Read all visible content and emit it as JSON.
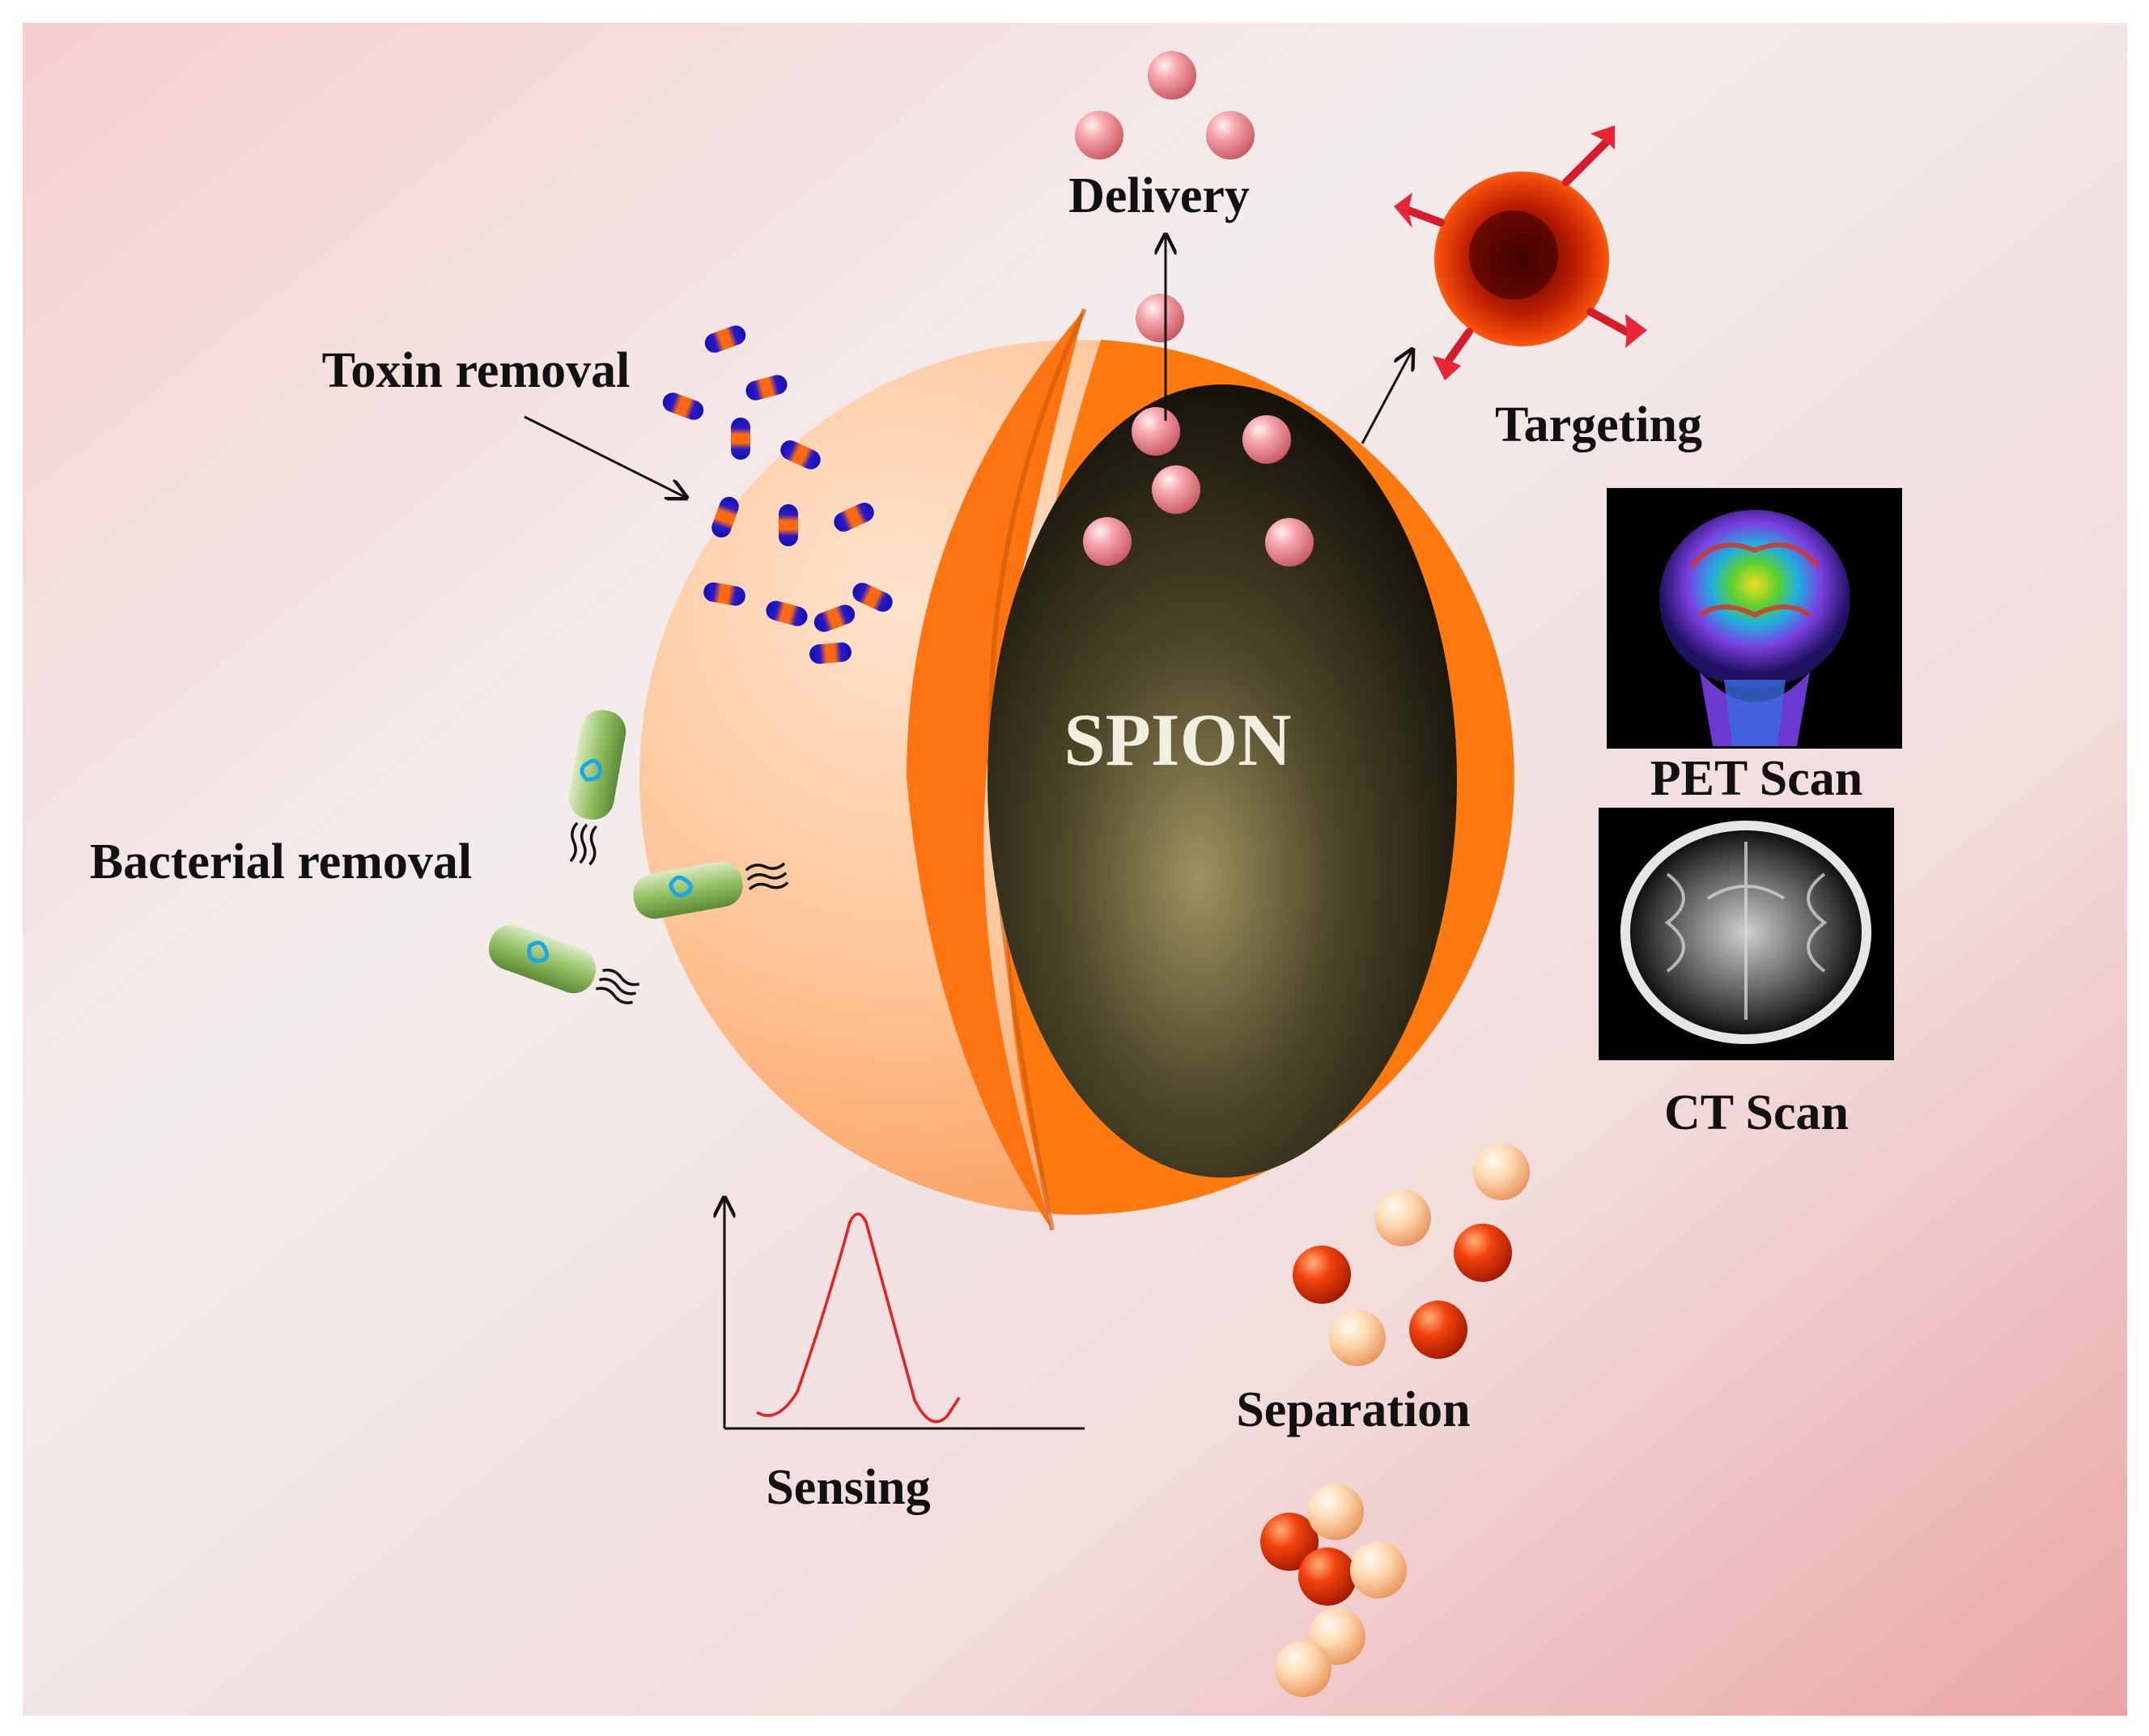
{
  "core_label": "SPION",
  "labels": {
    "delivery": "Delivery",
    "targeting": "Targeting",
    "toxin_removal": "Toxin  removal",
    "bacterial_removal": "Bacterial removal",
    "pet_scan": "PET Scan",
    "ct_scan": "CT Scan",
    "sensing": "Sensing",
    "separation": "Separation"
  },
  "icons": {
    "drug": "drug-particle-icon",
    "tumor": "tumor-cell-icon",
    "toxin": "toxin-molecule-icon",
    "bacterium": "bacterium-icon",
    "pet": "pet-brain-scan-image",
    "ct": "ct-brain-scan-image",
    "sensing": "sensing-peak-graph",
    "separation": "magnetic-particle-icon"
  },
  "colors": {
    "shell": "#ff7a0e",
    "shell_light": "#ffc79f",
    "core": "#2b2616",
    "drug": "#f48f98",
    "toxin_blue": "#1a1ab8",
    "toxin_orange": "#ff6a10",
    "bacterium": "#8fbe5a",
    "sensing_curve": "#e82020",
    "magnetic_red": "#e83a0a",
    "magnetic_light": "#ffd2a8"
  }
}
